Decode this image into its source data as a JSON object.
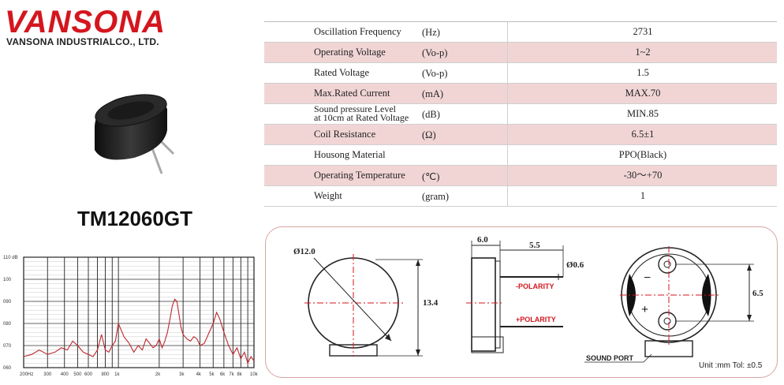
{
  "brand": {
    "logo": "VANSONA",
    "company": "VANSONA INDUSTRIALCO., LTD."
  },
  "product": {
    "model": "TM12060GT"
  },
  "specs": [
    {
      "param": "Oscillation Frequency",
      "unit": "(Hz)",
      "value": "2731"
    },
    {
      "param": "Operating Voltage",
      "unit": "(Vo-p)",
      "value": "1~2"
    },
    {
      "param": "Rated Voltage",
      "unit": "(Vo-p)",
      "value": "1.5"
    },
    {
      "param": "Max.Rated Current",
      "unit": "(mA)",
      "value": "MAX.70"
    },
    {
      "param": "Sound pressure Level",
      "param2": "at 10cm at Rated Voltage",
      "unit": "(dB)",
      "value": "MIN.85"
    },
    {
      "param": "Coil Resistance",
      "unit": "(Ω)",
      "value": "6.5±1"
    },
    {
      "param": "Housong Material",
      "unit": "",
      "value": "PPO(Black)"
    },
    {
      "param": "Operating Temperature",
      "unit": "(℃)",
      "value": "-30～+70"
    },
    {
      "param": "Weight",
      "unit": "(gram)",
      "value": "1"
    }
  ],
  "drawing": {
    "diameter": "Ø12.0",
    "height_total": "13.4",
    "side_width": "6.0",
    "pin_offset": "5.5",
    "pin_dia": "Ø0.6",
    "neg_polarity": "-POLARITY",
    "pos_polarity": "+POLARITY",
    "pin_pitch": "6.5",
    "sound_port": "SOUND PORT",
    "minus_sign": "−",
    "plus_sign": "+",
    "unit_note": "Unit :mm  Tol: ±0.5"
  },
  "chart_data": {
    "type": "line",
    "y_ticks": [
      "110 dB",
      "100",
      "090",
      "080",
      "070",
      "060"
    ],
    "x_ticks": [
      "200Hz",
      "300",
      "400",
      "500",
      "600",
      "800",
      "1k",
      "2k",
      "3k",
      "4k",
      "5k",
      "6k",
      "7k",
      "8k",
      "10k"
    ],
    "ylim": [
      60,
      110
    ],
    "series_color": "#c0262d",
    "x": [
      200,
      230,
      260,
      300,
      340,
      380,
      420,
      460,
      500,
      550,
      600,
      650,
      700,
      750,
      800,
      850,
      900,
      950,
      1000,
      1100,
      1200,
      1300,
      1400,
      1500,
      1600,
      1700,
      1800,
      1900,
      2000,
      2100,
      2200,
      2300,
      2400,
      2500,
      2600,
      2700,
      2800,
      2900,
      3000,
      3200,
      3400,
      3600,
      3800,
      4000,
      4300,
      4600,
      5000,
      5300,
      5600,
      6000,
      6500,
      7000,
      7500,
      8000,
      8500,
      9000,
      9500,
      10000
    ],
    "y": [
      65,
      66,
      68,
      66,
      67,
      69,
      68,
      72,
      70,
      67,
      66,
      65,
      68,
      75,
      68,
      67,
      70,
      72,
      80,
      74,
      71,
      67,
      70,
      68,
      73,
      71,
      69,
      70,
      73,
      69,
      72,
      76,
      82,
      88,
      91,
      90,
      84,
      78,
      75,
      73,
      72,
      74,
      73,
      70,
      71,
      75,
      80,
      85,
      82,
      76,
      70,
      66,
      69,
      64,
      67,
      62,
      65,
      63
    ]
  }
}
